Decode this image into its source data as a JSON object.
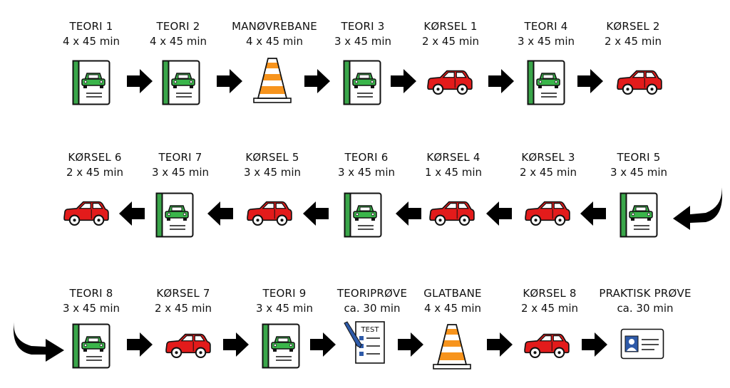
{
  "colors": {
    "book_spine": "#3aa64a",
    "car_green": "#3ab54a",
    "car_red": "#e31b1b",
    "cone_orange": "#f7941d",
    "arrow": "#000000"
  },
  "steps": [
    {
      "title": "TEORI 1",
      "duration": "4 x 45 min",
      "icon": "book-icon"
    },
    {
      "title": "TEORI 2",
      "duration": "4 x 45 min",
      "icon": "book-icon"
    },
    {
      "title": "MANØVREBANE",
      "duration": "4 x 45 min",
      "icon": "traffic-cone-icon"
    },
    {
      "title": "TEORI 3",
      "duration": "3 x 45 min",
      "icon": "book-icon"
    },
    {
      "title": "KØRSEL 1",
      "duration": "2 x 45 min",
      "icon": "car-icon"
    },
    {
      "title": "TEORI 4",
      "duration": "3 x 45 min",
      "icon": "book-icon"
    },
    {
      "title": "KØRSEL 2",
      "duration": "2 x 45 min",
      "icon": "car-icon"
    },
    {
      "title": "TEORI 5",
      "duration": "3 x 45 min",
      "icon": "book-icon"
    },
    {
      "title": "KØRSEL 3",
      "duration": "2 x 45 min",
      "icon": "car-icon"
    },
    {
      "title": "KØRSEL 4",
      "duration": "1 x 45 min",
      "icon": "car-icon"
    },
    {
      "title": "TEORI 6",
      "duration": "3 x 45 min",
      "icon": "book-icon"
    },
    {
      "title": "KØRSEL 5",
      "duration": "3 x 45 min",
      "icon": "car-icon"
    },
    {
      "title": "TEORI 7",
      "duration": "3 x 45 min",
      "icon": "book-icon"
    },
    {
      "title": "KØRSEL 6",
      "duration": "2 x 45 min",
      "icon": "car-icon"
    },
    {
      "title": "TEORI 8",
      "duration": "3 x 45 min",
      "icon": "book-icon"
    },
    {
      "title": "KØRSEL 7",
      "duration": "2 x 45 min",
      "icon": "car-icon"
    },
    {
      "title": "TEORI 9",
      "duration": "3 x 45 min",
      "icon": "book-icon"
    },
    {
      "title": "TEORIPRØVE",
      "duration": "ca. 30 min",
      "icon": "test-checklist-icon",
      "icon_label": "TEST"
    },
    {
      "title": "GLATBANE",
      "duration": "4 x 45 min",
      "icon": "traffic-cone-icon"
    },
    {
      "title": "KØRSEL 8",
      "duration": "2 x 45 min",
      "icon": "car-icon"
    },
    {
      "title": "PRAKTISK PRØVE",
      "duration": "ca. 30 min",
      "icon": "id-card-icon"
    }
  ]
}
